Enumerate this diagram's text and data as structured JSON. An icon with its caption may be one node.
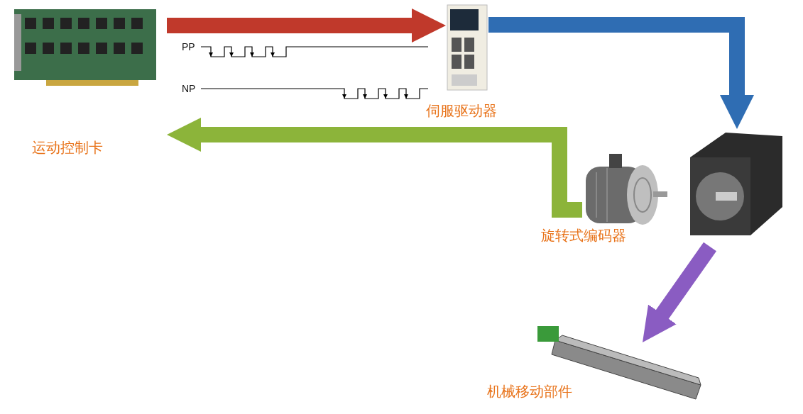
{
  "diagram": {
    "nodes": [
      {
        "text": [],
        "shape": "picture",
        "beside": [
          "运动控制卡"
        ]
      },
      {
        "text": [],
        "shape": "picture",
        "beside": [
          "伺服驱动器"
        ]
      },
      {
        "text": [],
        "shape": "picture"
      },
      {
        "text": [],
        "shape": "picture",
        "beside": [
          "旋转式编码器"
        ]
      },
      {
        "text": [],
        "shape": "picture",
        "beside": [
          "机械移动部件"
        ]
      }
    ],
    "edges": [
      {
        "from": 0,
        "to": 1,
        "arrow": "to",
        "color": "#c0392b"
      },
      {
        "from": 1,
        "to": 2,
        "arrow": "to",
        "color": "#2f6db3"
      },
      {
        "from": 3,
        "to": 0,
        "arrow": "to",
        "color": "#8cb43a"
      },
      {
        "from": 2,
        "to": 4,
        "arrow": "to",
        "color": "#8a5cc2"
      }
    ],
    "labels": [
      "PP",
      "NP"
    ]
  }
}
